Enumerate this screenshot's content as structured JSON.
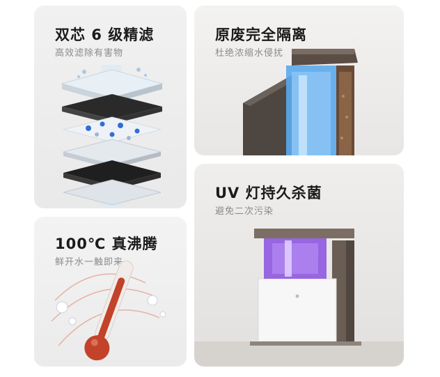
{
  "cards": [
    {
      "title": "双芯 6 级精滤",
      "subtitle": "高效滤除有害物"
    },
    {
      "title": "原废完全隔离",
      "subtitle": "杜绝浓缩水侵扰"
    },
    {
      "title": "100℃ 真沸腾",
      "subtitle": "鲜开水一触即来"
    },
    {
      "title": "UV 灯持久杀菌",
      "subtitle": "避免二次污染"
    }
  ],
  "colors": {
    "card_bg": "#efefef",
    "water_blue": "#5aa8ee",
    "uv_purple": "#8a4fe0",
    "thermometer_red": "#c2422a",
    "brown_shell": "#5a4d45"
  }
}
